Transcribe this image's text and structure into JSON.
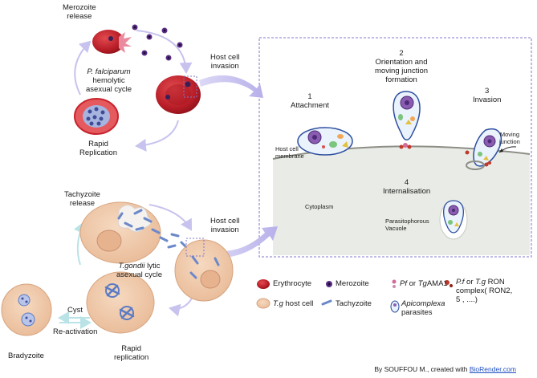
{
  "top_cycle": {
    "merozoite_release": [
      "Merozoite",
      "release"
    ],
    "cycle_name_italic": "P. falciparum",
    "cycle_name_rest": [
      "hemolytic",
      "asexual cycle"
    ],
    "rapid_replication": [
      "Rapid",
      "Replication"
    ],
    "host_cell_invasion": [
      "Host cell",
      "invasion"
    ]
  },
  "bottom_cycle": {
    "tachyzoite_release": [
      "Tachyzoite",
      "release"
    ],
    "cycle_name_italic": "T.gondii",
    "cycle_name_rest": [
      "lytic",
      "asexual cycle"
    ],
    "host_cell_invasion": [
      "Host cell",
      "invasion"
    ],
    "cyst": "Cyst",
    "reactivation": "Re-activation",
    "bradyzoite": "Bradyzoite",
    "rapid_replication": [
      "Rapid",
      "replication"
    ]
  },
  "invasion_panel": {
    "step1": [
      "1",
      "Attachment"
    ],
    "step2": [
      "2",
      "Orientation and",
      "moving junction",
      "formation"
    ],
    "step3": [
      "3",
      "Invasion"
    ],
    "step4": [
      "4",
      "Internalisation"
    ],
    "host_cell_membrane": [
      "Host cell",
      "membrane"
    ],
    "moving_junction": [
      "Moving",
      "junction"
    ],
    "cytoplasm": "Cytoplasm",
    "parasitophorous_vacuole": [
      "Parasitophorous",
      "Vacuole"
    ]
  },
  "legend": {
    "erythrocyte": "Erythrocyte",
    "merozoite": "Merozoite",
    "ama1_pf": "Pf",
    "ama1_or": " or ",
    "ama1_tg": "Tg",
    "ama1_rest": "AMA1",
    "ron_pf": "P.f",
    "ron_or": " or ",
    "ron_tg": "T.g",
    "ron_rest": " RON",
    "ron_line2": "complex( RON2,",
    "ron_line3": "5 , ....)",
    "tg_host_italic": "T.g",
    "tg_host_rest": " host cell",
    "tachyzoite": "Tachyzoite",
    "apicomplexa_italic": "Apicomplexa",
    "apicomplexa_line2": "parasites"
  },
  "credit": {
    "prefix": "By SOUFFOU M., created with ",
    "link": "BioRender.com"
  },
  "colors": {
    "erythrocyte_red": "#c8232c",
    "host_cell_tan": "#f2c9a8",
    "arrow_lavender": "#c7c3ee",
    "panel_border": "#9b93d8",
    "cytoplasm_gray": "#e9ece6"
  }
}
